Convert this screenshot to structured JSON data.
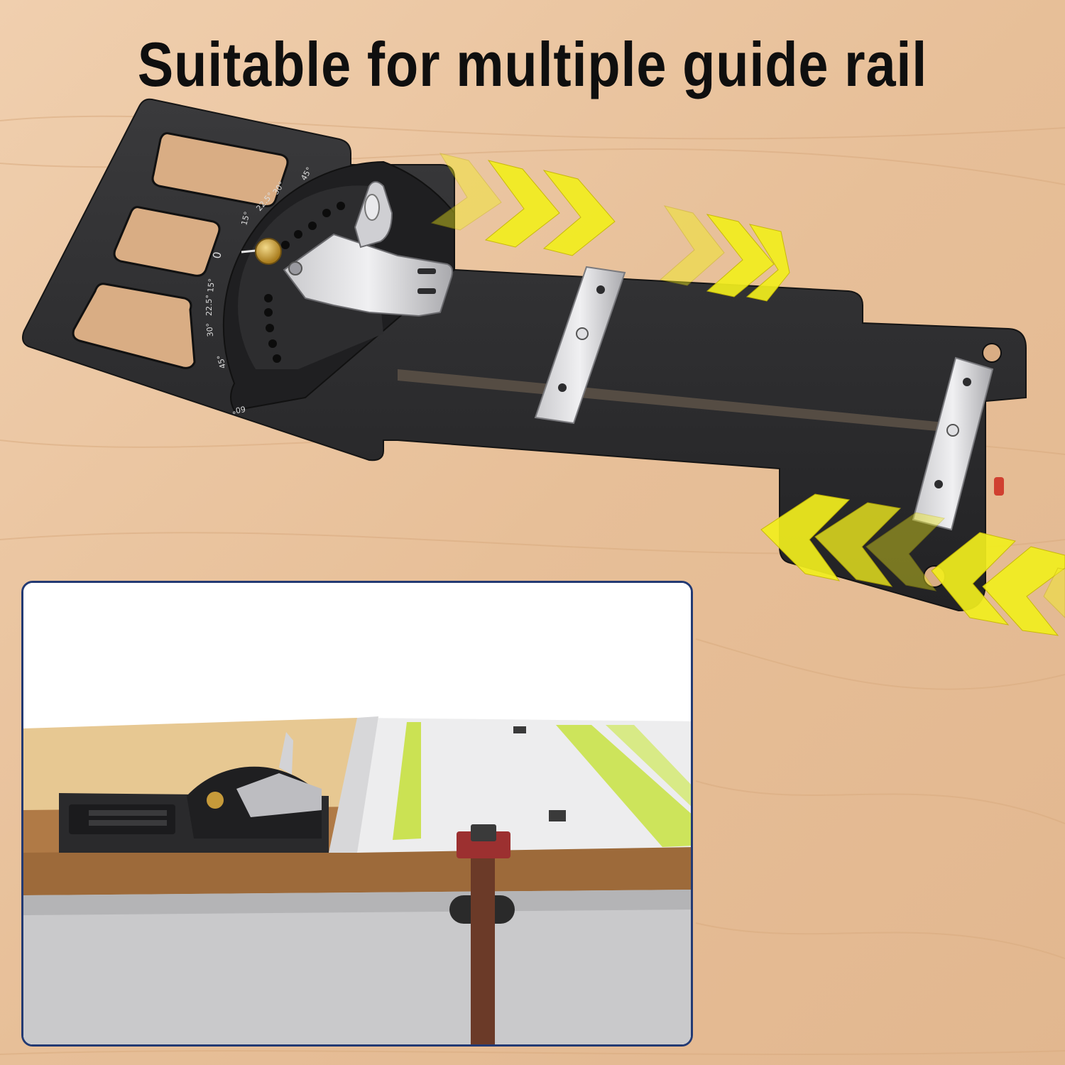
{
  "headline": "Suitable for multiple guide rail",
  "protractor_scale": {
    "upper": [
      "45°",
      "30°",
      "22.5°",
      "15°"
    ],
    "zero": "0",
    "lower": [
      "15°",
      "22.5°",
      "30°",
      "45°",
      "60°"
    ]
  },
  "colors": {
    "wood_background": "#e8c29e",
    "jig_plate": "#2c2c2e",
    "arrow_yellow": "#f2ee1e",
    "inset_border": "#233a73",
    "rail_stripe": "#c9e24a",
    "clamp_red": "#9c3030"
  },
  "icons": {
    "arrows_right": "chevron-right-icon",
    "arrows_left": "chevron-left-icon"
  }
}
